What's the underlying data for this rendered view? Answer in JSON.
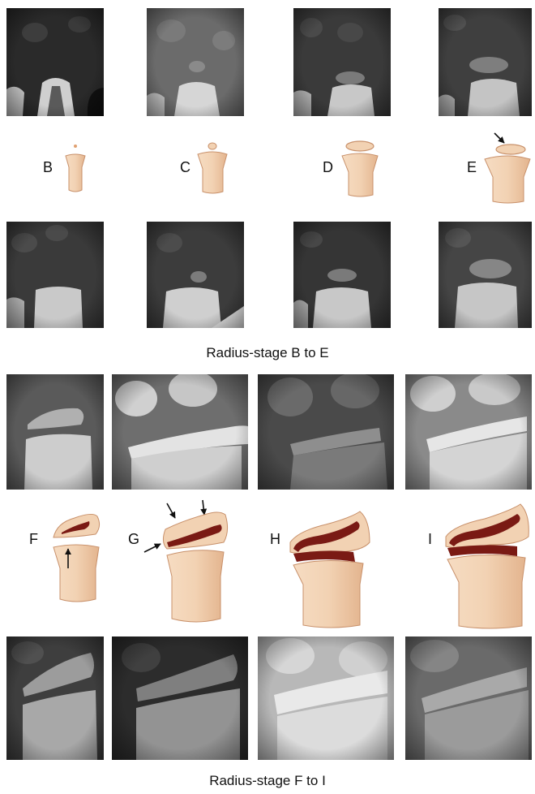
{
  "section1": {
    "caption": "Radius-stage B to E",
    "stages": [
      {
        "label": "B"
      },
      {
        "label": "C"
      },
      {
        "label": "D"
      },
      {
        "label": "E"
      }
    ]
  },
  "section2": {
    "caption": "Radius-stage F to I",
    "stages": [
      {
        "label": "F"
      },
      {
        "label": "G"
      },
      {
        "label": "H"
      },
      {
        "label": "I"
      }
    ]
  },
  "colors": {
    "bone_fill": "#f2d2b3",
    "bone_stroke": "#c8906a",
    "growth_plate": "#7a1a14",
    "xray_dark": "#1e1e1e",
    "xray_light": "#d8d8d8"
  }
}
